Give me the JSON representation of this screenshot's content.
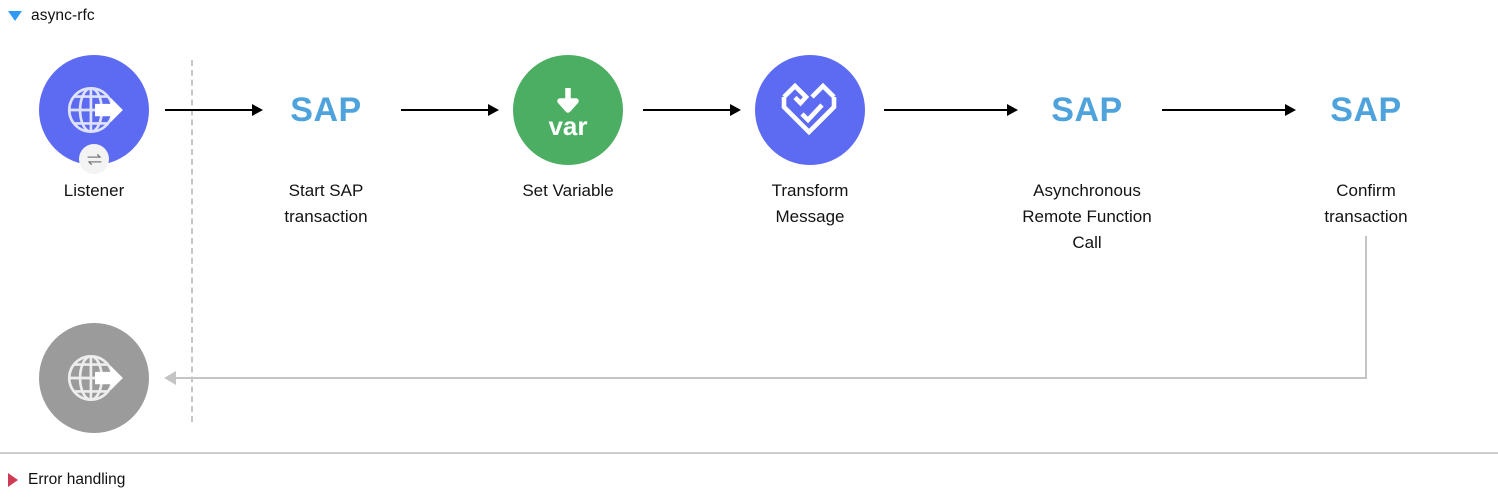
{
  "flow": {
    "name": "async-rfc",
    "toggle_icon": "triangle-down-icon",
    "toggle_color": "#2f9bf5"
  },
  "nodes": [
    {
      "id": "listener",
      "label": "Listener",
      "icon": "globe-arrow-icon",
      "badge_icon": "exchange-arrows-icon",
      "color": "#5c6bf2",
      "style": "circle-purple"
    },
    {
      "id": "start-sap-transaction",
      "label": "Start SAP\ntransaction",
      "icon": "sap-logo-icon",
      "logo_text": "SAP",
      "color": "#4fa3dc",
      "style": "logo"
    },
    {
      "id": "set-variable",
      "label": "Set Variable",
      "icon": "var-down-arrow-icon",
      "icon_text": "var",
      "color": "#4cae63",
      "style": "circle-green"
    },
    {
      "id": "transform-message",
      "label": "Transform\nMessage",
      "icon": "dataweave-icon",
      "color": "#5c6bf2",
      "style": "circle-purple"
    },
    {
      "id": "asynchronous-remote-function-call",
      "label": "Asynchronous\nRemote Function\nCall",
      "icon": "sap-logo-icon",
      "logo_text": "SAP",
      "color": "#4fa3dc",
      "style": "logo"
    },
    {
      "id": "confirm-transaction",
      "label": "Confirm\ntransaction",
      "icon": "sap-logo-icon",
      "logo_text": "SAP",
      "color": "#4fa3dc",
      "style": "logo"
    }
  ],
  "error_flow": {
    "node": {
      "id": "listener-error",
      "label": "",
      "icon": "globe-arrow-icon",
      "color": "#9b9b9b",
      "style": "circle-gray"
    },
    "connector_color": "#c4c4c4"
  },
  "error_handling": {
    "name": "Error handling",
    "toggle_icon": "triangle-right-icon",
    "toggle_color": "#cf3b51"
  }
}
